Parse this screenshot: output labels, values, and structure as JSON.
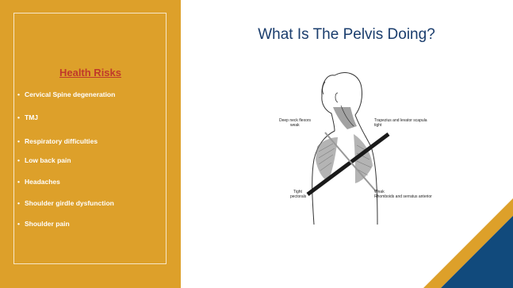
{
  "left_panel": {
    "heading": "Health Risks",
    "items": [
      "Cervical Spine degeneration",
      "TMJ",
      "Respiratory difficulties",
      "Low back pain",
      "Headaches",
      "Shoulder girdle dysfunction",
      "Shoulder pain"
    ]
  },
  "main": {
    "title": "What Is The Pelvis Doing?"
  },
  "figure": {
    "labels": {
      "deep_neck_1": "Deep neck flexors",
      "deep_neck_2": "weak",
      "trapezius_1": "Trapezius and levator scapula",
      "trapezius_2": "tight",
      "pectorals_1": "Tight",
      "pectorals_2": "pectorals",
      "rhomboids_1": "Weak",
      "rhomboids_2": "Rhomboids and serratus anterior"
    }
  },
  "colors": {
    "left_panel_bg": "#dda02a",
    "title_color": "#1a3d6d",
    "heading_color": "#c0392b",
    "accent_gold": "#dda02a",
    "accent_navy": "#114a7c"
  }
}
